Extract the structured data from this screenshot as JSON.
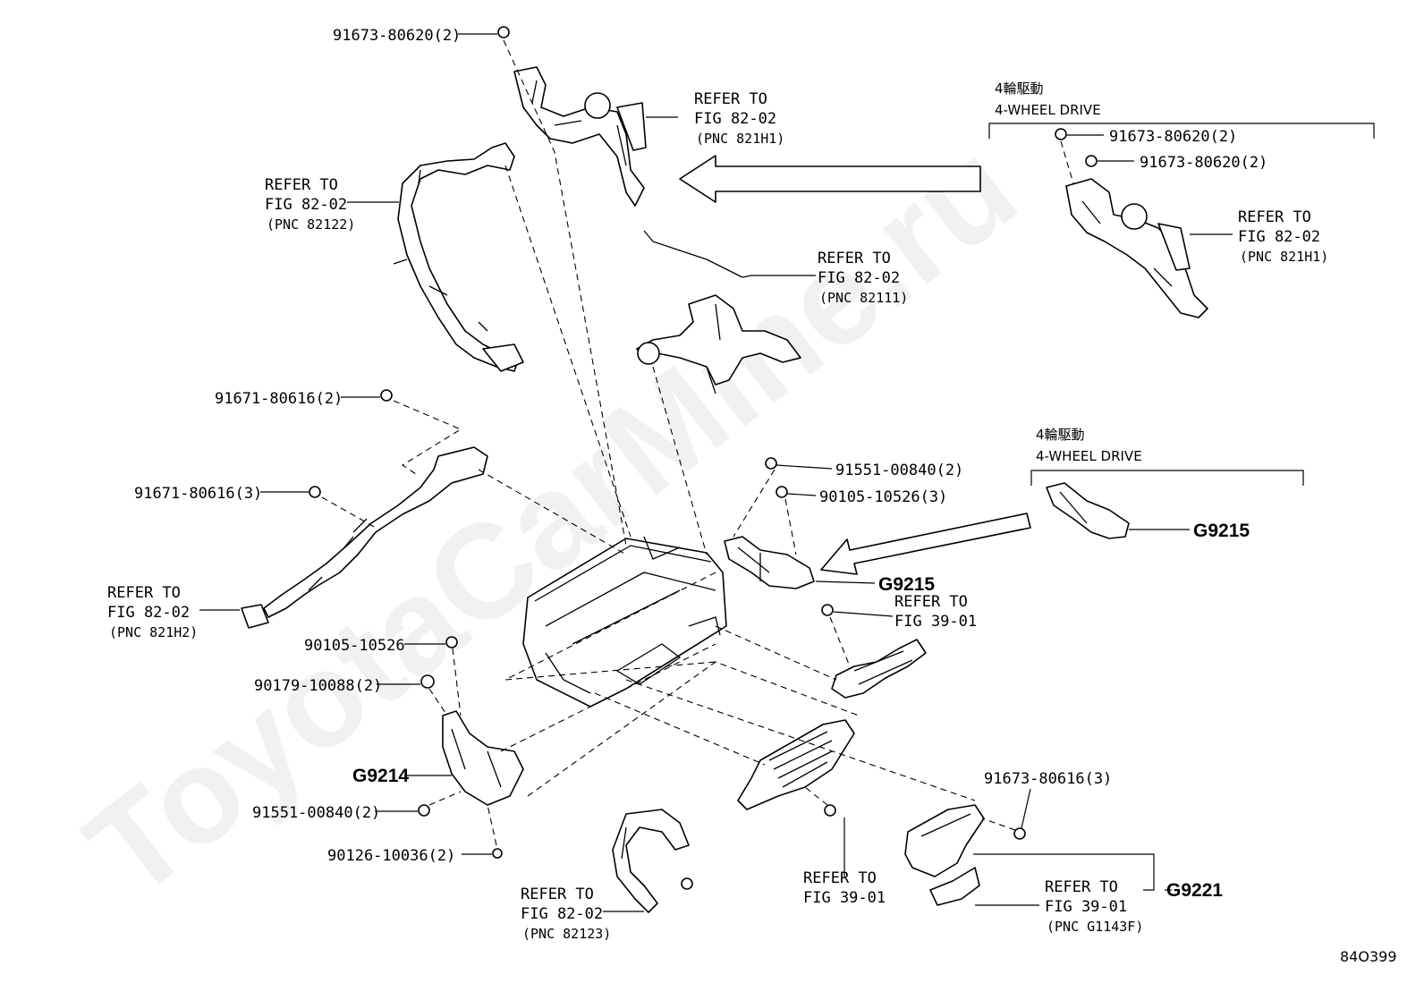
{
  "watermark": "ToyotaCarMine.ru",
  "figure_code": "84O399",
  "groups": {
    "top_right": {
      "jp": "4輪駆動",
      "en": "4-WHEEL DRIVE"
    },
    "mid_right": {
      "jp": "4輪駆動",
      "en": "4-WHEEL DRIVE"
    }
  },
  "labels": {
    "l1": "91673-80620(2)",
    "l2_a": "REFER TO",
    "l2_b": "FIG 82-02",
    "l2_c": "(PNC 821H1)",
    "l3_a": "REFER TO",
    "l3_b": "FIG 82-02",
    "l3_c": "(PNC 82122)",
    "l4_a": "REFER TO",
    "l4_b": "FIG 82-02",
    "l4_c": "(PNC 82111)",
    "l5": "91673-80620(2)",
    "l6": "91673-80620(2)",
    "l7_a": "REFER TO",
    "l7_b": "FIG 82-02",
    "l7_c": "(PNC 821H1)",
    "l8": "91671-80616(2)",
    "l9": "91671-80616(3)",
    "l10_a": "REFER TO",
    "l10_b": "FIG 82-02",
    "l10_c": "(PNC 821H2)",
    "l11": "91551-00840(2)",
    "l12": "90105-10526(3)",
    "l13": "G9215",
    "l14": "G9215",
    "l15_a": "REFER TO",
    "l15_b": "FIG 39-01",
    "l16": "90105-10526",
    "l17": "90179-10088(2)",
    "l18": "G9214",
    "l19": "91551-00840(2)",
    "l20": "90126-10036(2)",
    "l21_a": "REFER TO",
    "l21_b": "FIG 82-02",
    "l21_c": "(PNC 82123)",
    "l22_a": "REFER TO",
    "l22_b": "FIG 39-01",
    "l23": "91673-80616(3)",
    "l24_a": "REFER TO",
    "l24_b": "FIG 39-01",
    "l24_c": "(PNC G1143F)",
    "l25": "G9221"
  }
}
